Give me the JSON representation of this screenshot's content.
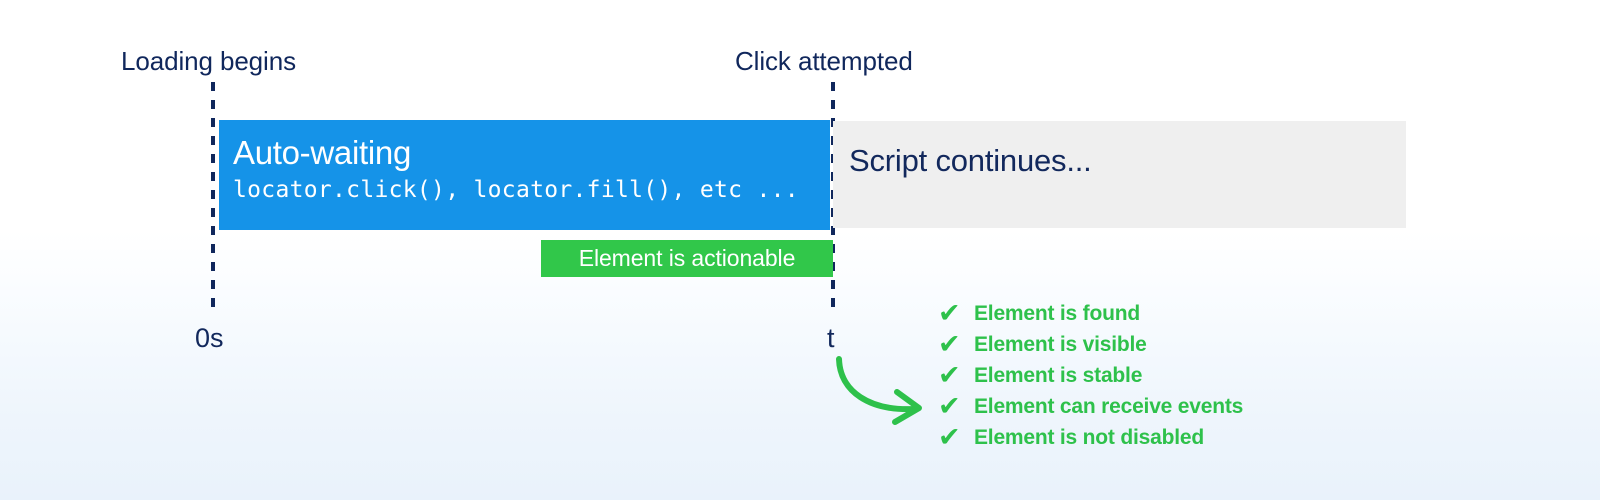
{
  "diagram": {
    "title_markers": [
      {
        "id": "loading-begins",
        "label": "Loading begins"
      },
      {
        "id": "click-attempted",
        "label": "Click attempted"
      }
    ],
    "bars": {
      "auto_waiting": {
        "title": "Auto-waiting",
        "code": "locator.click(), locator.fill(), etc ...",
        "color": "#1593e8"
      },
      "script_continues": {
        "title": "Script continues...",
        "color": "#efefef"
      }
    },
    "badge": {
      "label": "Element is actionable",
      "color": "#31c74a"
    },
    "axis": {
      "start_tick": "0s",
      "end_tick": "t"
    },
    "checklist": {
      "color": "#2ec14b",
      "check_glyph": "✔",
      "items": [
        {
          "label": "Element is found"
        },
        {
          "label": "Element is visible"
        },
        {
          "label": "Element is stable"
        },
        {
          "label": "Element can receive events"
        },
        {
          "label": "Element is not disabled"
        }
      ]
    },
    "colors": {
      "label_navy": "#10275c",
      "accent_blue": "#1593e8",
      "accent_green": "#2ec14b",
      "neutral_gray": "#efefef",
      "background_top": "#ffffff",
      "background_bottom": "#e9f2fb"
    }
  }
}
